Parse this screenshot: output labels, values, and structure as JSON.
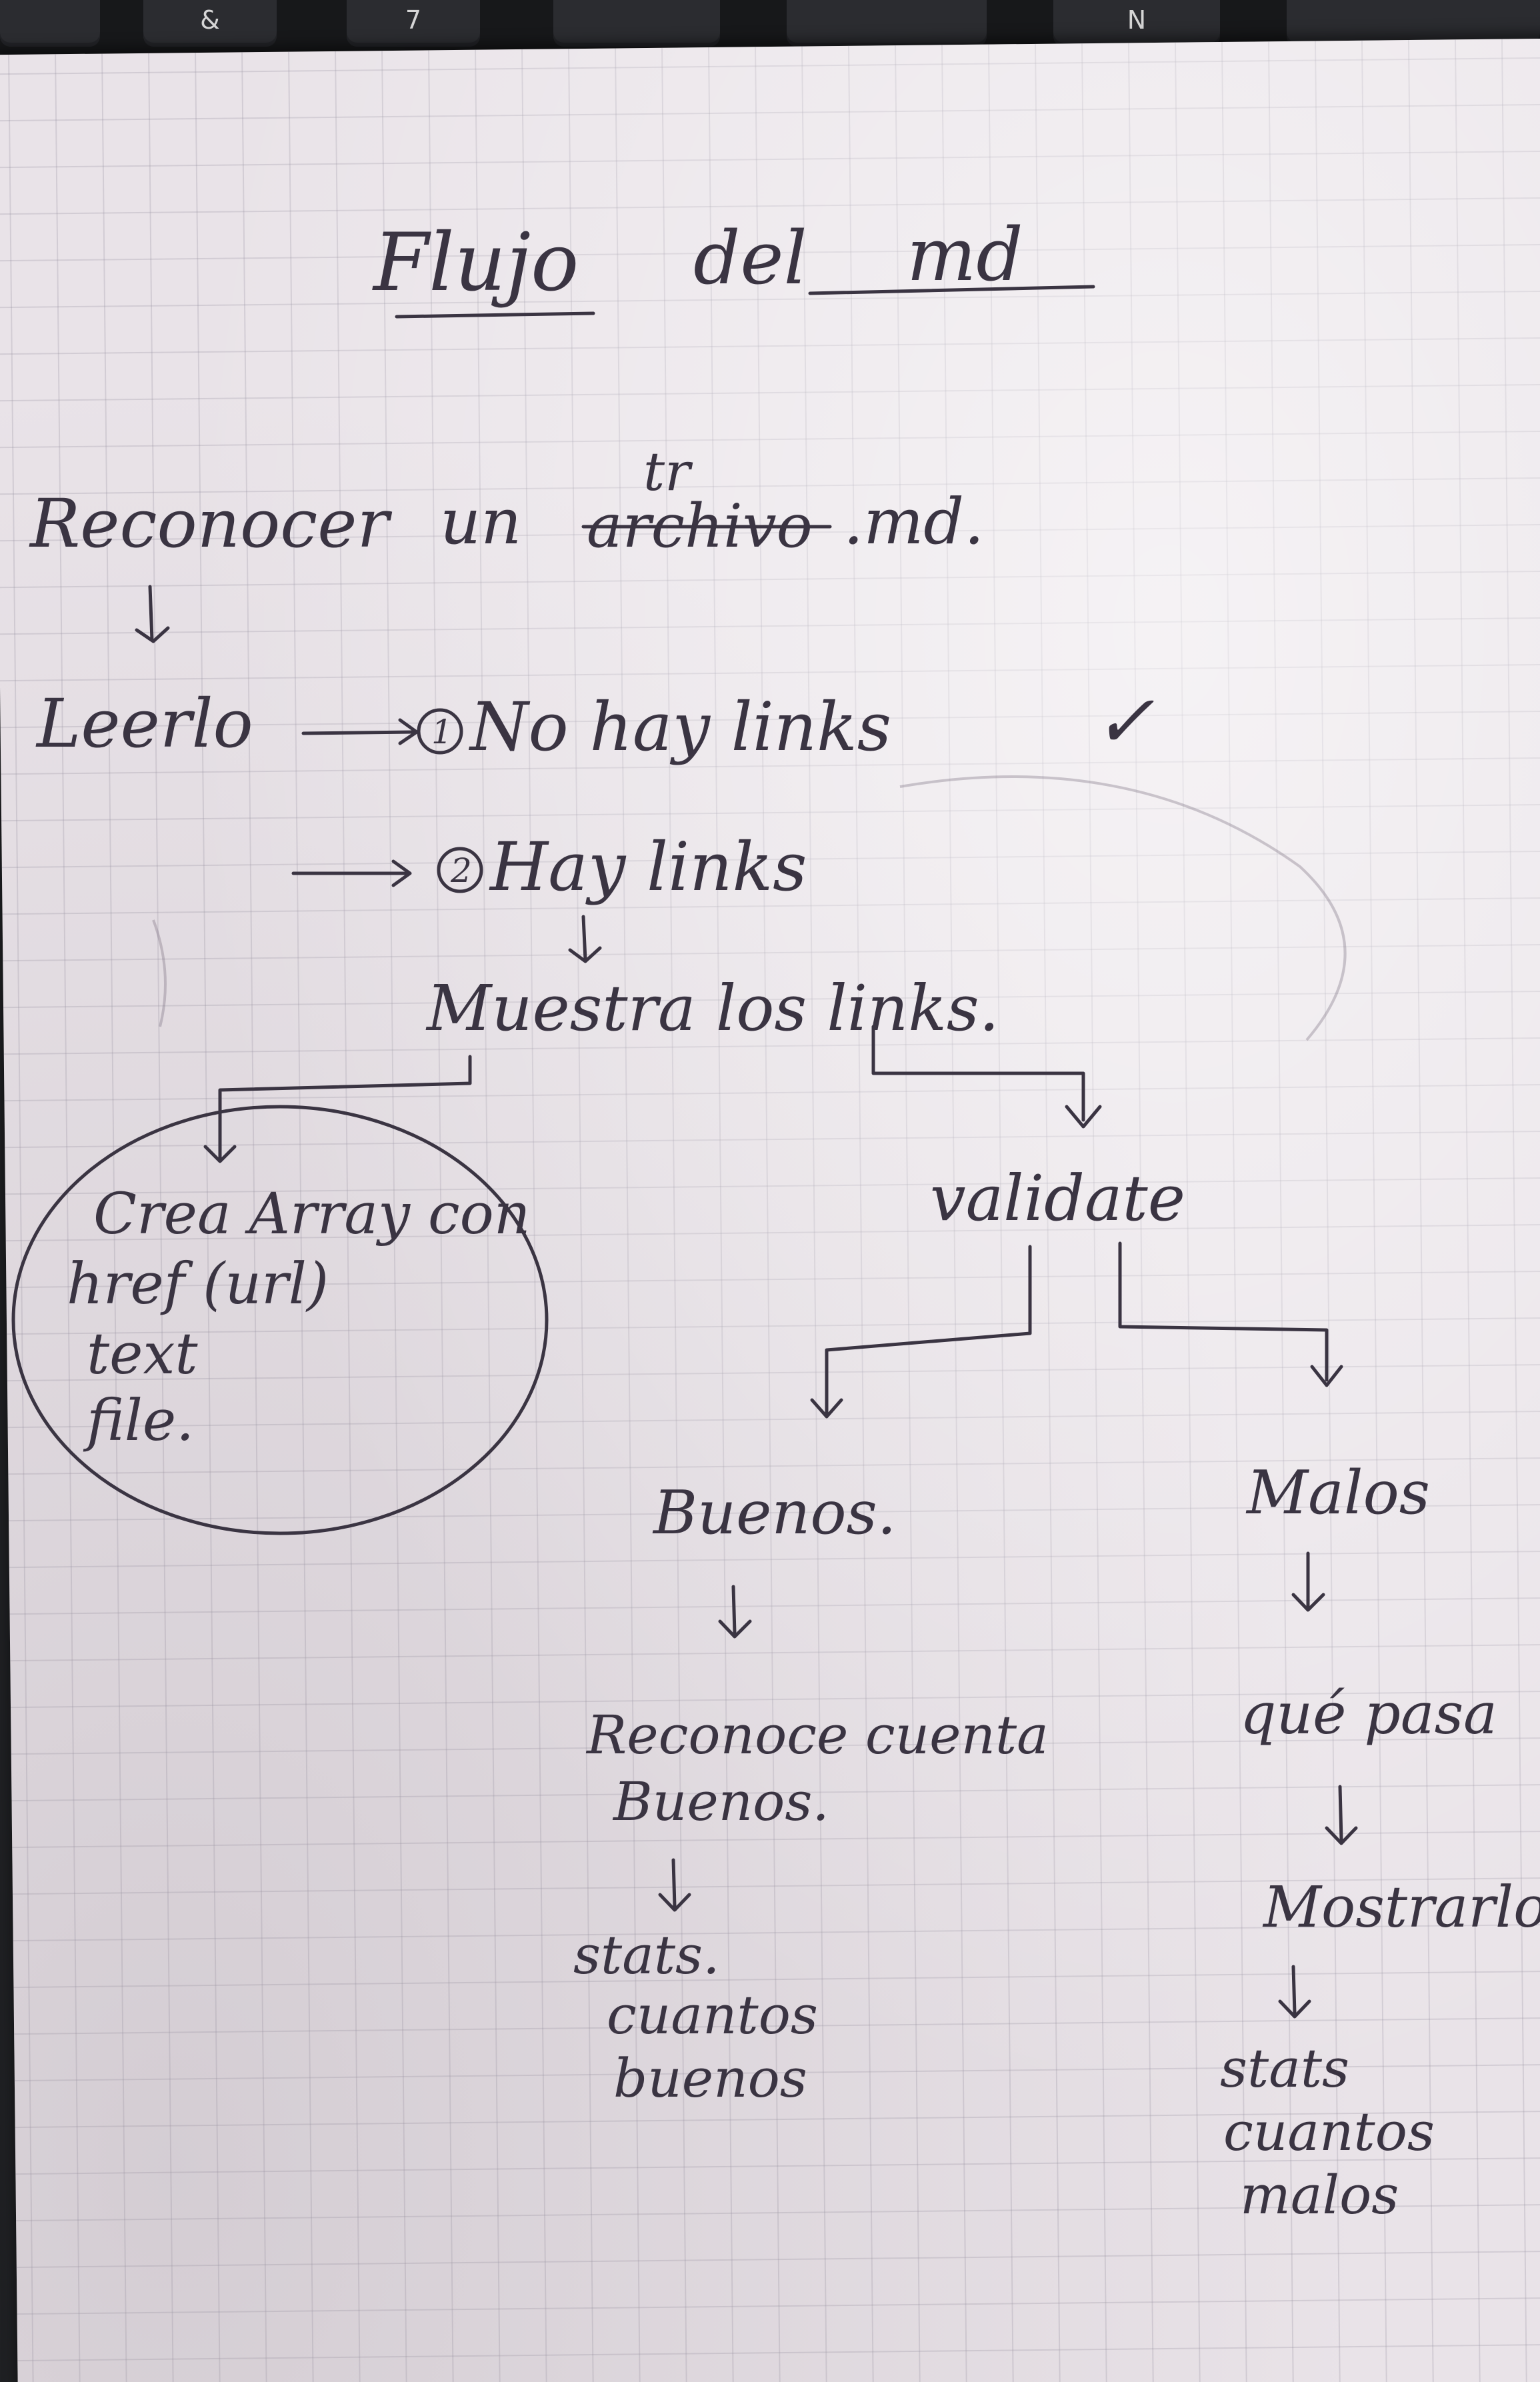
{
  "keyboard": {
    "keys": [
      "&",
      "7",
      "N"
    ]
  },
  "diagram": {
    "title_part1": "Flujo",
    "title_part2": "del",
    "title_part3": "md",
    "step_recognize_word1": "Reconocer",
    "step_recognize_word2": "un",
    "step_recognize_struck": "archivo",
    "step_recognize_inserted": "tr",
    "step_recognize_ext": ".md.",
    "step_read": "Leerlo",
    "branch1_marker": "1",
    "branch1_text": "No hay links",
    "branch1_check": "✓",
    "branch2_marker": "2",
    "branch2_text": "Hay links",
    "show_links": "Muestra los links.",
    "array_line1": "Crea Array con",
    "array_line2": "href (url)",
    "array_line3": "text",
    "array_line4": "file.",
    "validate": "validate",
    "good": "Buenos.",
    "good_recognize_line1": "Reconoce cuenta",
    "good_recognize_line2": "Buenos.",
    "good_stats_line1": "stats.",
    "good_stats_line2": "cuantos",
    "good_stats_line3": "buenos",
    "bad": "Malos",
    "bad_what_happens": "qué pasa",
    "bad_show": "Mostrarlo",
    "bad_stats_line1": "stats",
    "bad_stats_line2": "cuantos",
    "bad_stats_line3": "malos"
  },
  "colors": {
    "ink": "#3a3442",
    "paper": "#e9e3e8",
    "grid": "#9691a0"
  }
}
